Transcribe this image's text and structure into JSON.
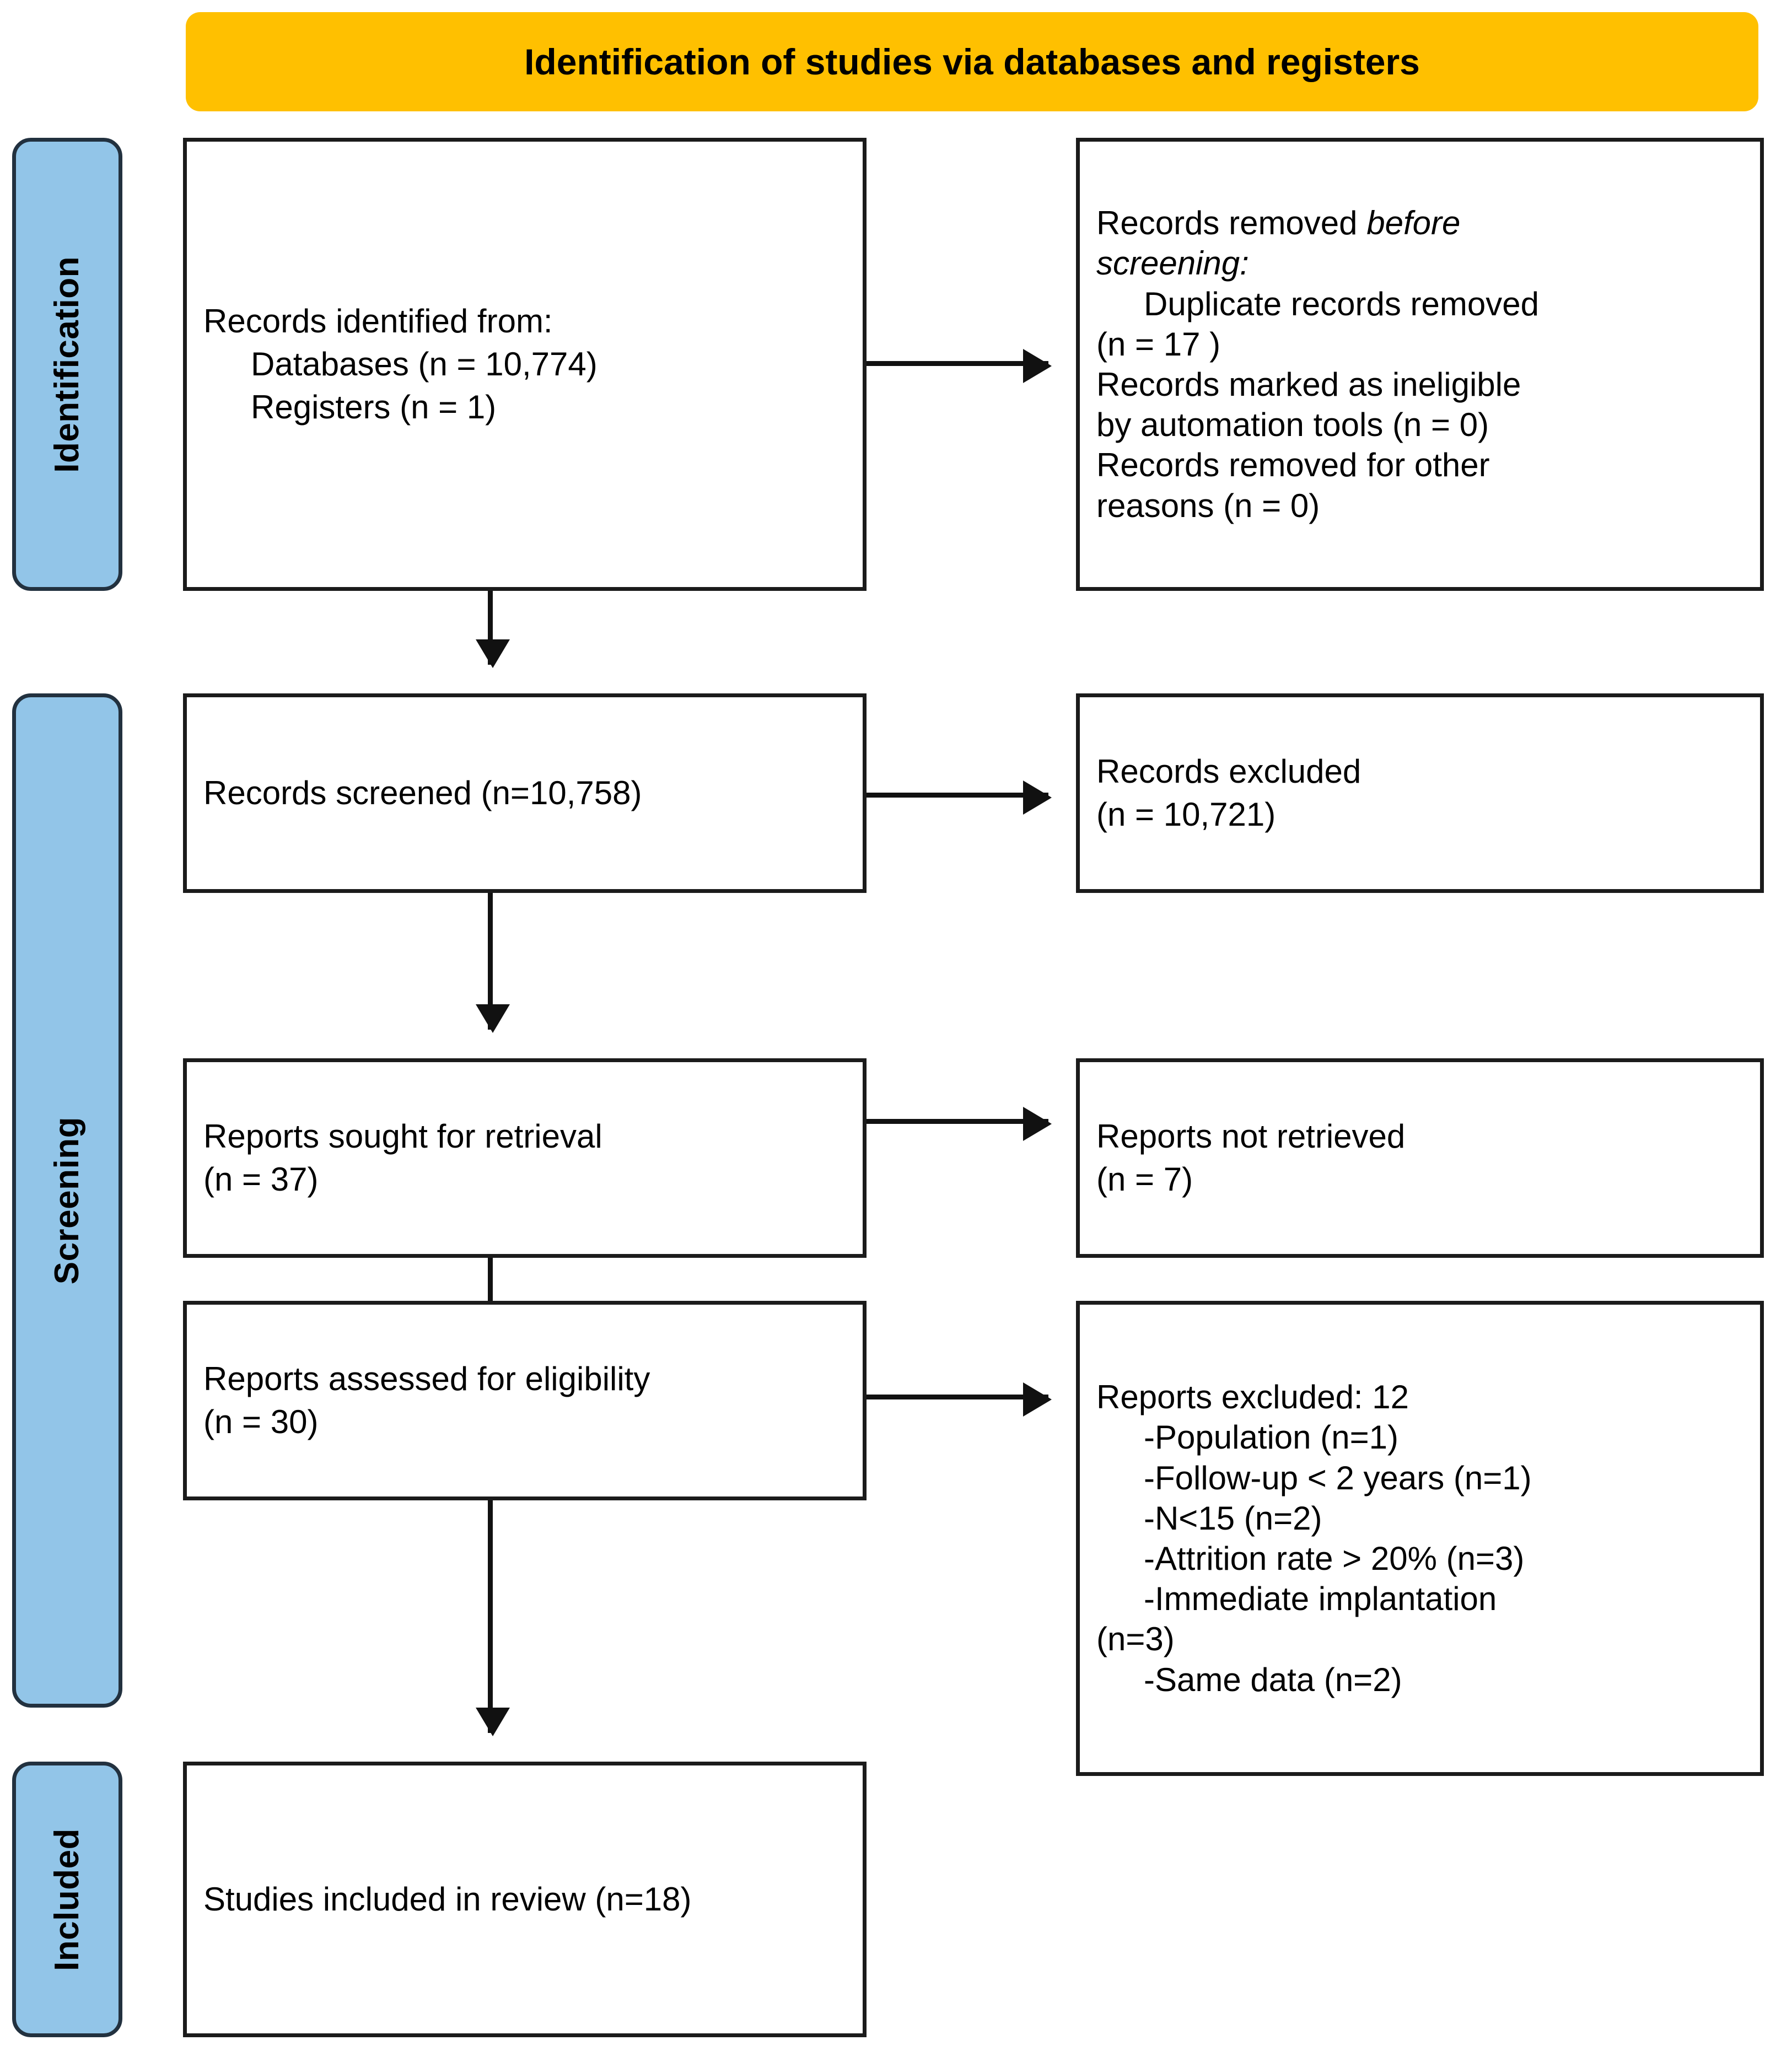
{
  "diagram": {
    "title": "Identification of studies via databases and registers",
    "title_color": "#FFC000",
    "phase_color": "#92C5E8",
    "phases": [
      {
        "label": "Identification"
      },
      {
        "label": "Screening"
      },
      {
        "label": "Included"
      }
    ],
    "boxes": {
      "identified": {
        "line1": "Records identified from:",
        "line2": "Databases (n = 10,774)",
        "line3": "Registers (n = 1)"
      },
      "removed_before_screening": {
        "line1_plain": "Records removed ",
        "line1_italic": "before",
        "line2_italic": "screening",
        "line2_plain": ":",
        "line3": "Duplicate records removed",
        "line4": "(n = 17 )",
        "line5": "Records marked as ineligible",
        "line6": "by automation tools (n = 0)",
        "line7": "Records removed for other",
        "line8": "reasons (n = 0)"
      },
      "screened": {
        "line1": "Records screened (n=10,758)"
      },
      "records_excluded": {
        "line1": "Records excluded",
        "line2": "(n = 10,721)"
      },
      "sought_retrieval": {
        "line1": "Reports sought for retrieval",
        "line2": "(n = 37)"
      },
      "not_retrieved": {
        "line1": "Reports not retrieved",
        "line2": "(n = 7)"
      },
      "assessed_eligibility": {
        "line1": "Reports assessed for eligibility",
        "line2": "(n = 30)"
      },
      "reports_excluded": {
        "line1": "Reports excluded: 12",
        "line2": "-Population (n=1)",
        "line3": "-Follow-up < 2 years (n=1)",
        "line4": "-N<15 (n=2)",
        "line5": "-Attrition rate > 20% (n=3)",
        "line6": "-Immediate implantation",
        "line7": "(n=3)",
        "line8": "-Same data (n=2)"
      },
      "included_studies": {
        "line1": "Studies included in review (n=18)"
      }
    }
  },
  "chart_data": {
    "type": "diagram",
    "title": "Identification of studies via databases and registers",
    "flow": [
      {
        "stage": "Records identified from Databases",
        "n": 10774
      },
      {
        "stage": "Records identified from Registers",
        "n": 1
      },
      {
        "stage": "Duplicate records removed",
        "n": 17
      },
      {
        "stage": "Records marked as ineligible by automation tools",
        "n": 0
      },
      {
        "stage": "Records removed for other reasons",
        "n": 0
      },
      {
        "stage": "Records screened",
        "n": 10758
      },
      {
        "stage": "Records excluded",
        "n": 10721
      },
      {
        "stage": "Reports sought for retrieval",
        "n": 37
      },
      {
        "stage": "Reports not retrieved",
        "n": 7
      },
      {
        "stage": "Reports assessed for eligibility",
        "n": 30
      },
      {
        "stage": "Reports excluded",
        "n": 12
      },
      {
        "stage": "Excluded: Population",
        "n": 1
      },
      {
        "stage": "Excluded: Follow-up < 2 years",
        "n": 1
      },
      {
        "stage": "Excluded: N<15",
        "n": 2
      },
      {
        "stage": "Excluded: Attrition rate > 20%",
        "n": 3
      },
      {
        "stage": "Excluded: Immediate implantation",
        "n": 3
      },
      {
        "stage": "Excluded: Same data",
        "n": 2
      },
      {
        "stage": "Studies included in review",
        "n": 18
      }
    ]
  }
}
